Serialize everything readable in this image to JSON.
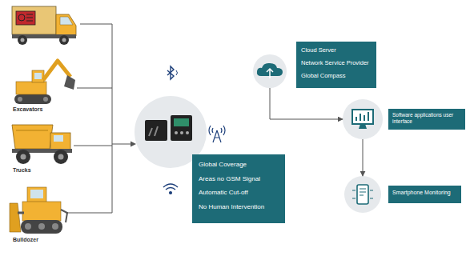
{
  "diagram": {
    "nodes": [
      {
        "text": [
          "Global Coverage",
          "Areas no GSM Signal",
          "Automatic Cut-off",
          "No Human Intervention"
        ]
      },
      {
        "text": [
          "Cloud Server",
          "Network Service Provider",
          "Global Compass"
        ]
      },
      {
        "text": [
          "Software applications user interface"
        ]
      },
      {
        "text": [
          "Smartphone Monitoring"
        ]
      }
    ],
    "edges": [
      {
        "from": 1,
        "to": 2,
        "arrow": "to"
      },
      {
        "from": 2,
        "to": 3,
        "arrow": "to"
      }
    ],
    "labels": [
      "Excavators",
      "Trucks",
      "Bulldozer"
    ]
  }
}
